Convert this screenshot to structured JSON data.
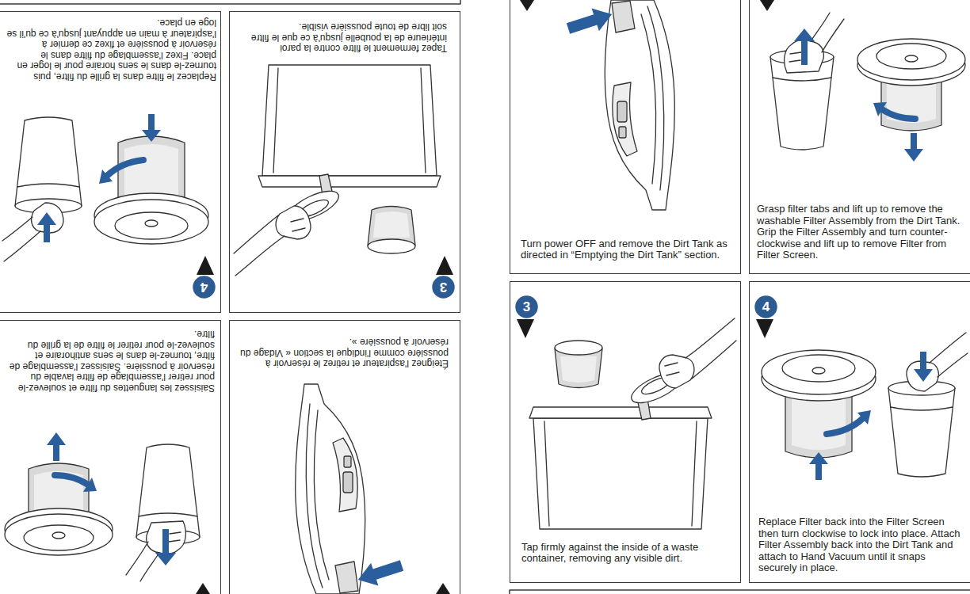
{
  "diagram": {
    "nodes": [
      {
        "text": [
          "Turn power OFF and remove the Dirt Tank as directed in “Emptying the Dirt Tank” section."
        ]
      },
      {
        "text": [
          "Grasp filter tabs and lift up to remove the washable Filter Assembly from the Dirt Tank. Grip the Filter Assembly and turn counter-clockwise and lift up to remove Filter from Filter Screen."
        ]
      },
      {
        "text": [
          "Tap firmly against the inside of a waste container, removing any visible dirt."
        ]
      },
      {
        "text": [
          "3"
        ],
        "in": 2
      },
      {
        "text": [
          "Replace Filter back into the Filter Screen then turn clockwise to lock into place. Attach Filter Assembly back into the Dirt Tank and attach to Hand Vacuum until it snaps securely in place."
        ]
      },
      {
        "text": [
          "4"
        ],
        "in": 4
      },
      {
        "text": [
          "Éteignez l'aspirateur et retirez le réservoir à poussière comme l'indique la section « Vidage du réservoir à poussière »."
        ]
      },
      {
        "text": [
          "Saisissez les languettes du filtre et soulevez-le pour retirer l'assemblage de filtre lavable du réservoir à poussière. Saisissez l'assemblage de filtre, tournez-le dans le sens antihoraire et soulevez-le pour retirer le filtre de la grille du filtre."
        ]
      },
      {
        "text": [
          "Tapez fermement le filtre contre la paroi intérieure de la poubelle jusqu'à ce que le filtre soit libre de toute poussière visible."
        ]
      },
      {
        "text": [
          "3"
        ],
        "in": 8
      },
      {
        "text": [
          "Replacez le filtre dans la grille du filtre, puis tournez-le dans le sens horaire pour le loger en place. Fixez l'assemblage du filtre dans le réservoir à poussière et fixez ce dernier à l'aspirateur à main en appuyant jusqu'à ce qu'il se loge en place."
        ]
      },
      {
        "text": [
          "4"
        ],
        "in": 10
      }
    ]
  }
}
